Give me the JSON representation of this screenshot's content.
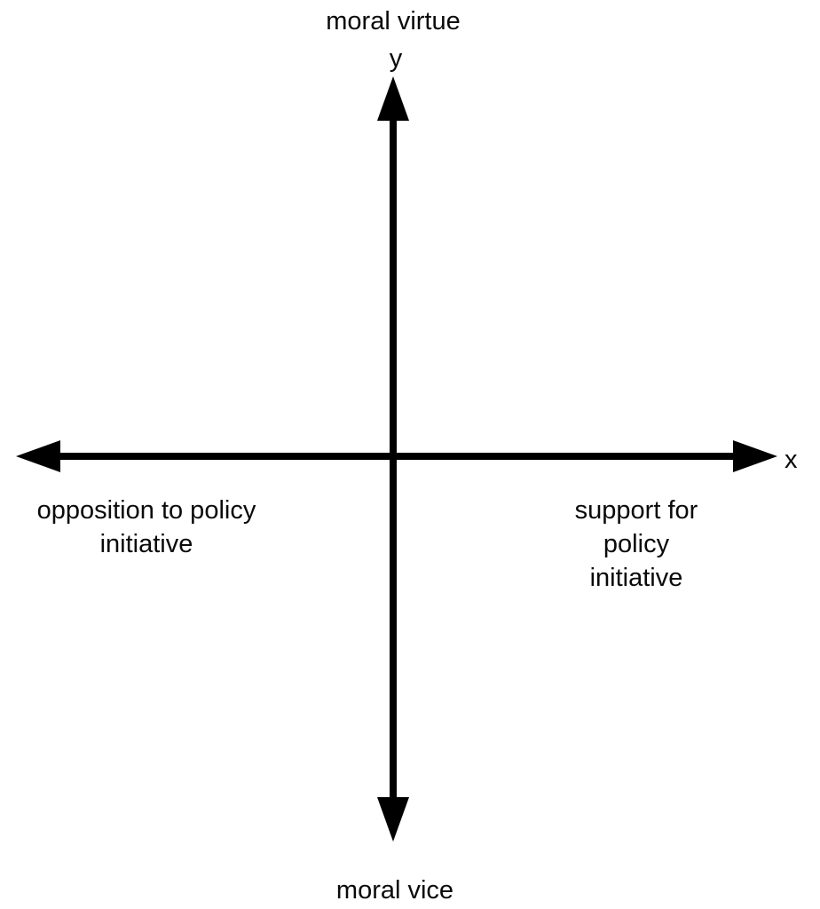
{
  "diagram": {
    "background_color": "#ffffff",
    "axis_color": "#000000",
    "y_axis": {
      "symbol": "y",
      "positive_label": "moral virtue",
      "negative_label": "moral vice"
    },
    "x_axis": {
      "symbol": "x",
      "positive_label": "support for policy\ninitiative",
      "negative_label": "opposition to policy\ninitiative"
    }
  }
}
